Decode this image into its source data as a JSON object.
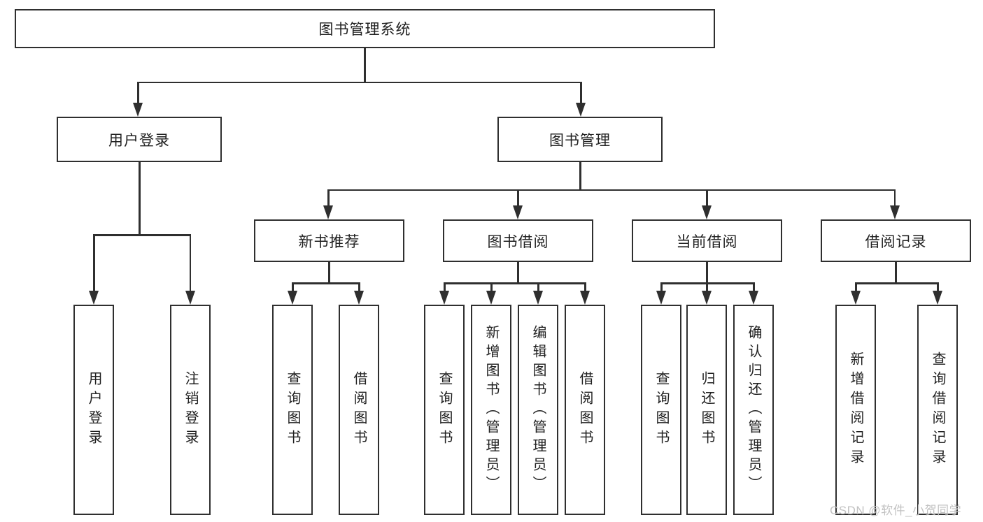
{
  "diagram": {
    "title": "图书管理系统",
    "root": {
      "label": "图书管理系统"
    },
    "level2": [
      {
        "label": "用户登录"
      },
      {
        "label": "图书管理"
      }
    ],
    "level3": [
      {
        "label": "新书推荐"
      },
      {
        "label": "图书借阅"
      },
      {
        "label": "当前借阅"
      },
      {
        "label": "借阅记录"
      }
    ],
    "leaves": {
      "user_login": [
        "用户登录",
        "注销登录"
      ],
      "new_book_recommend": [
        "查询图书",
        "借阅图书"
      ],
      "book_borrow": [
        "查询图书",
        "新增图书（管理员）",
        "编辑图书（管理员）",
        "借阅图书"
      ],
      "current_borrow": [
        "查询图书",
        "归还图书",
        "确认归还（管理员）"
      ],
      "borrow_record": [
        "新增借阅记录",
        "查询借阅记录"
      ]
    }
  },
  "watermark": "CSDN @软件_小贺同学",
  "colors": {
    "line": "#2f2f2f",
    "text": "#212121",
    "watermark": "#c2c2c2",
    "background": "#ffffff"
  }
}
